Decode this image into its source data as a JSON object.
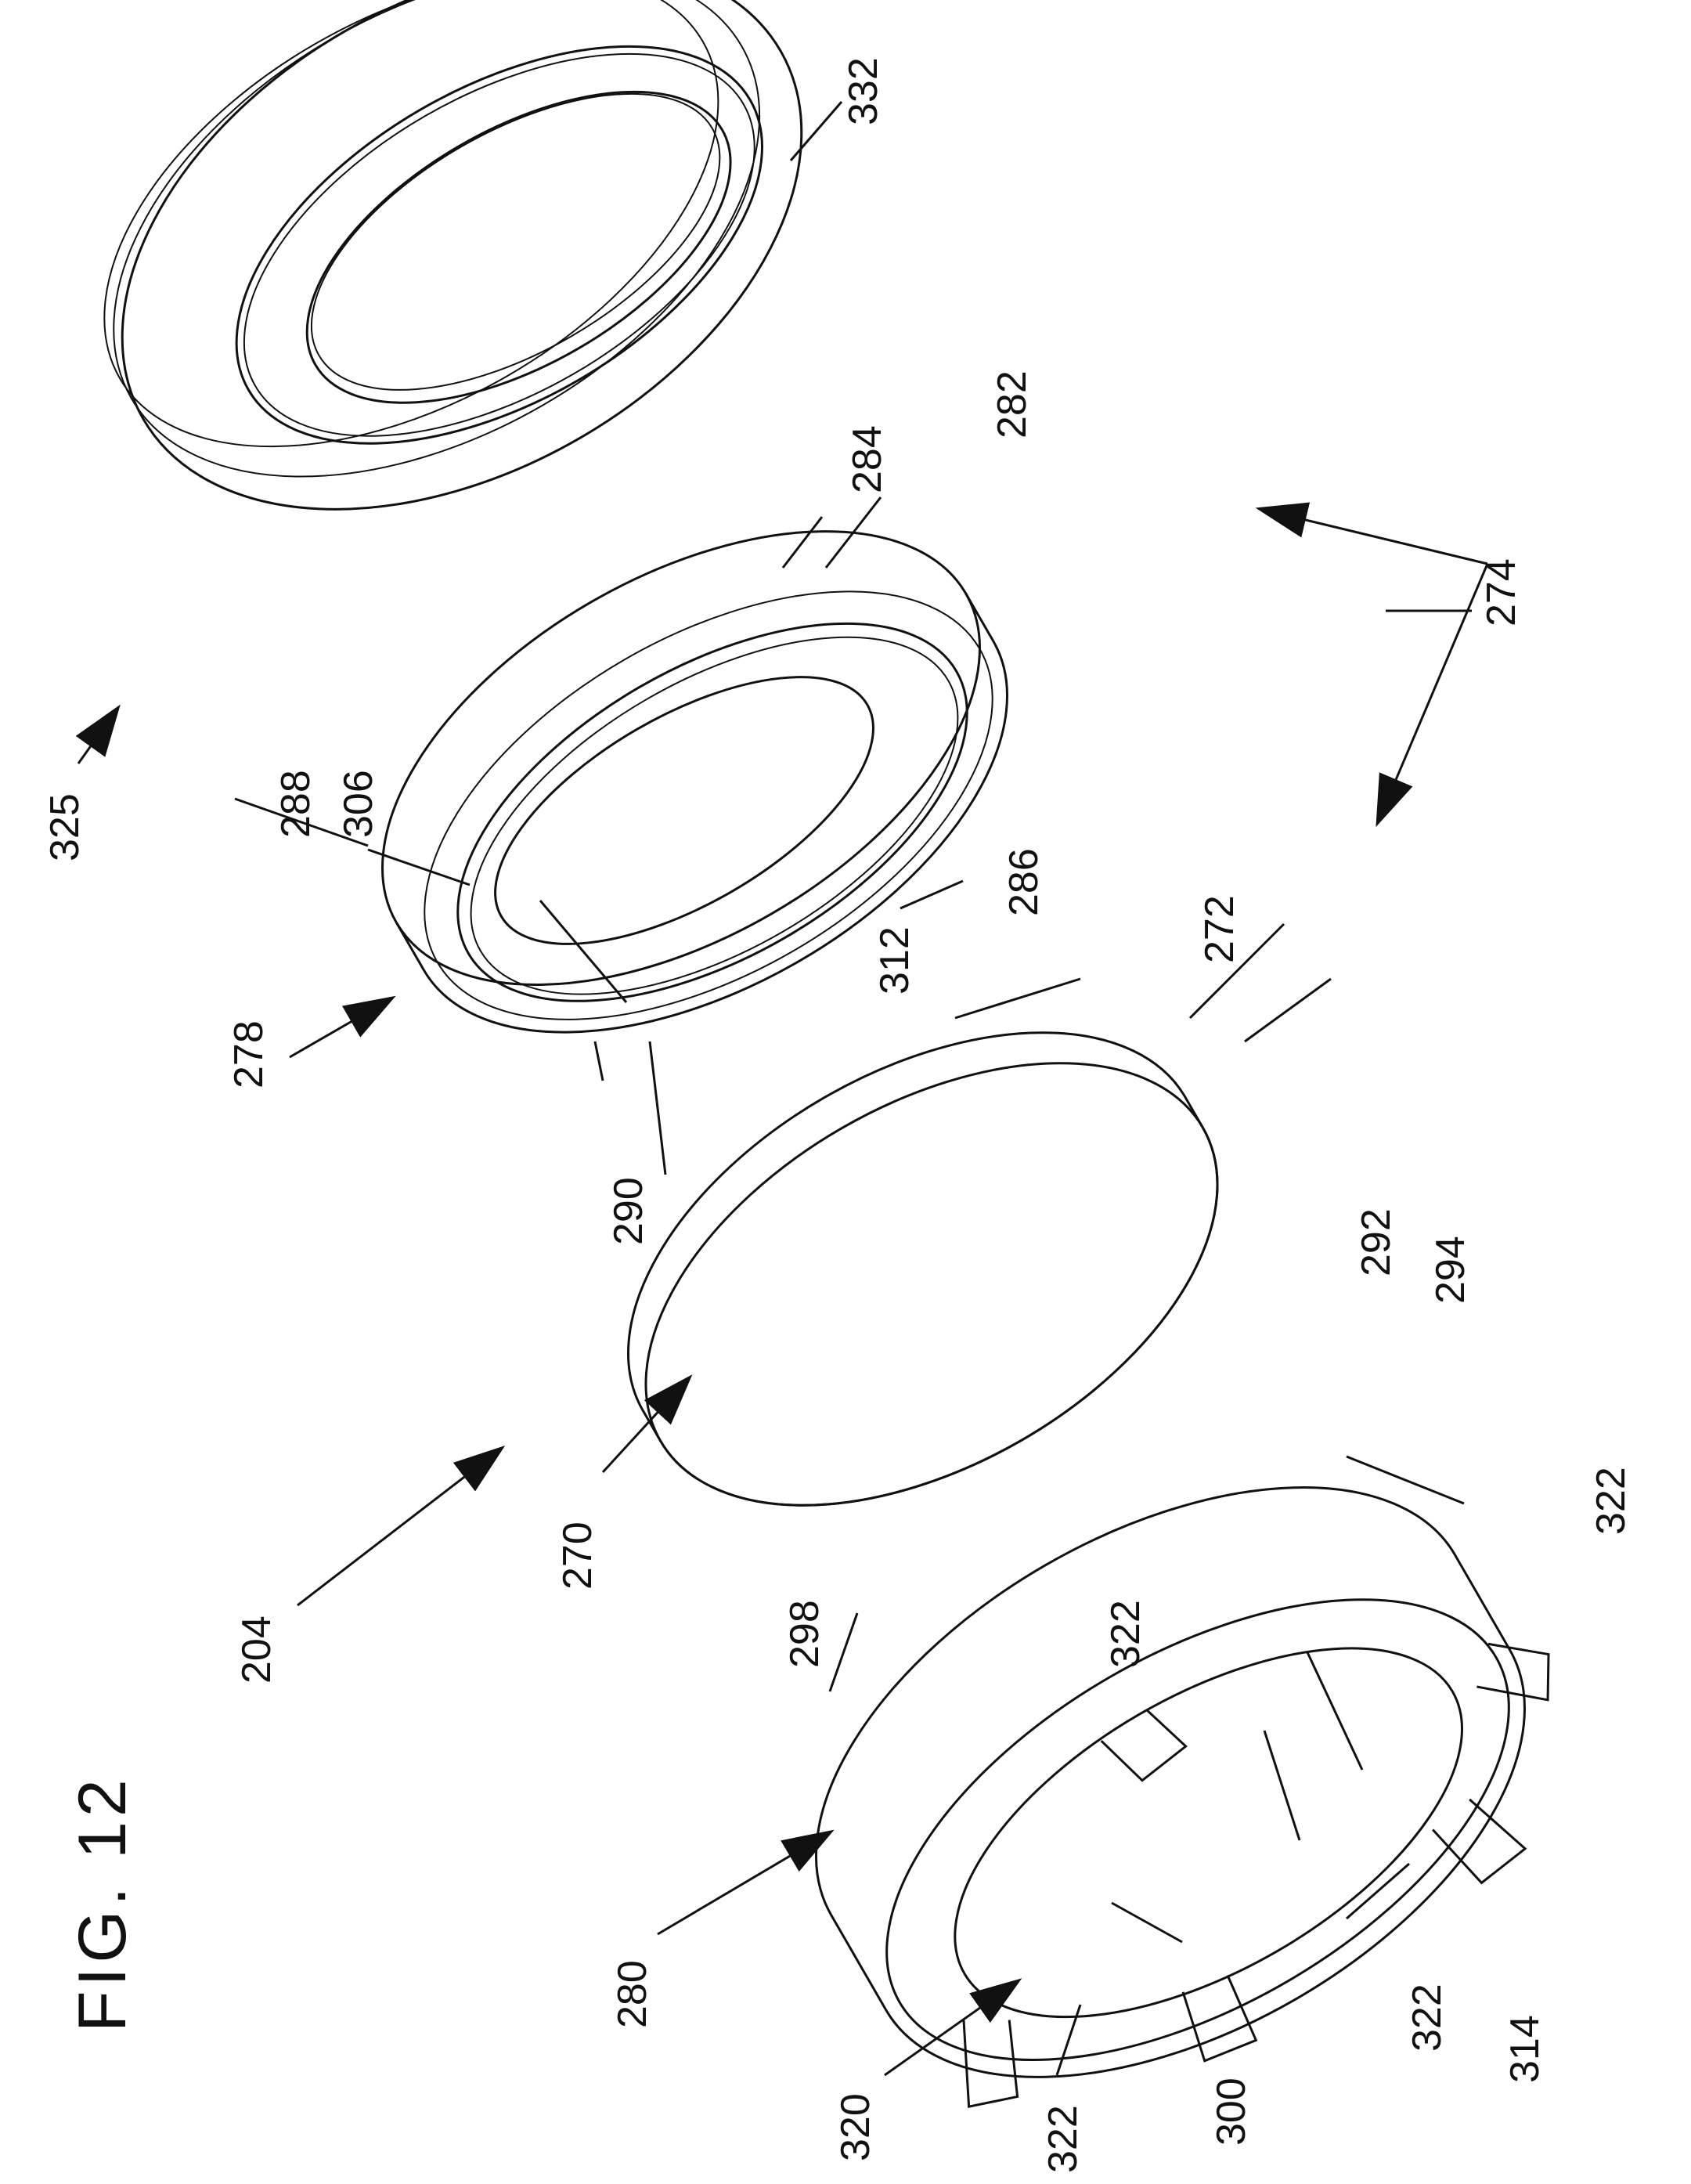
{
  "figure": {
    "title": "FIG. 12"
  },
  "reference_numerals": {
    "n332": "332",
    "n325": "325",
    "n284": "284",
    "n282": "282",
    "n274": "274",
    "n288": "288",
    "n306": "306",
    "n286": "286",
    "n312": "312",
    "n278": "278",
    "n290": "290",
    "n272": "272",
    "n270": "270",
    "n204": "204",
    "n292": "292",
    "n294": "294",
    "n322_right": "322",
    "n322_center": "322",
    "n298": "298",
    "n314": "314",
    "n322_bottom_right": "322",
    "n300": "300",
    "n280": "280",
    "n322_bottom": "322",
    "n320": "320"
  }
}
